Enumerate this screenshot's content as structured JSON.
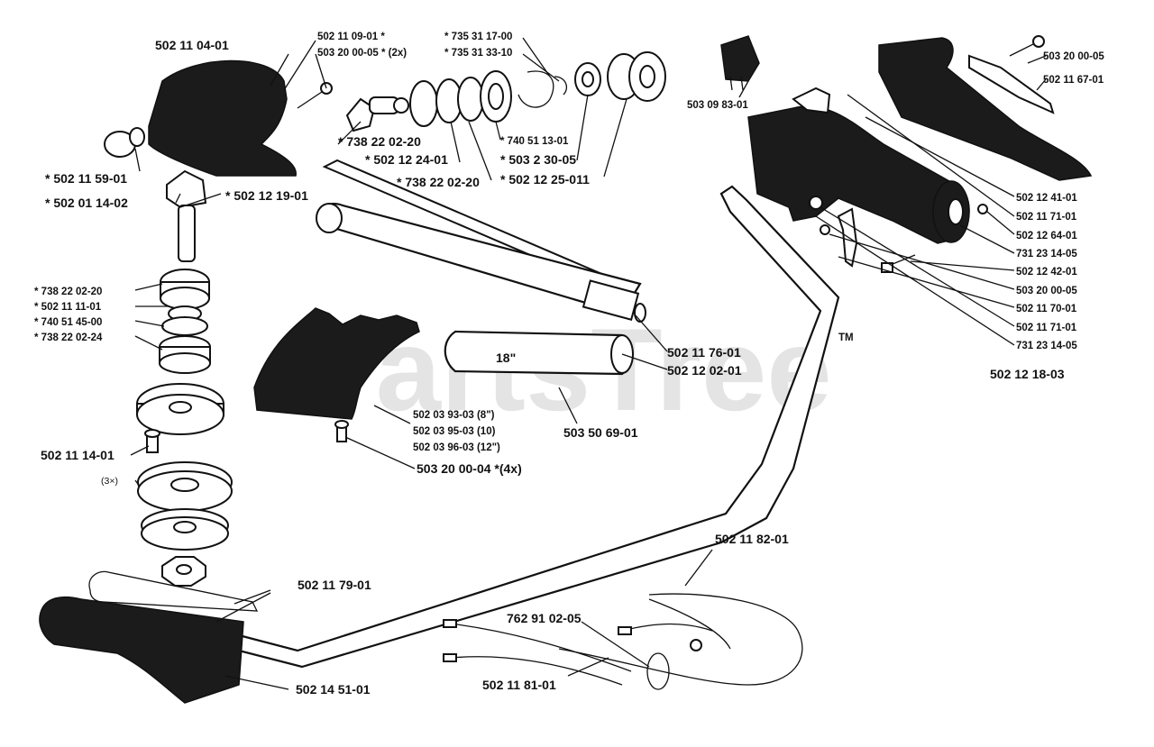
{
  "watermark": {
    "text": "PartsTree",
    "tm": "TM"
  },
  "parts": {
    "p_502_11_04_01": "502 11 04-01",
    "p_502_11_09_01": "502 11 09-01  *",
    "p_503_20_00_05_2x": "503 20 00-05  * (2x)",
    "p_735_31_17_00": "*  735 31 17-00",
    "p_735_31_33_10": "*  735 31 33-10",
    "p_502_11_59_01": "*  502 11 59-01",
    "p_502_01_14_02": "*  502 01 14-02",
    "p_502_12_19_01": "*  502 12 19-01",
    "p_738_22_02_20_a": "*  738 22 02-20",
    "p_502_12_24_01": "*  502 12 24-01",
    "p_738_22_02_20_b": "*  738 22 02-20",
    "p_740_51_13_01": "*  740 51 13-01",
    "p_503_2_30_05": "*  503 2 30-05",
    "p_502_12_25_011": "*  502 12 25-011",
    "p_738_22_02_20_c": "*  738 22 02-20",
    "p_502_11_11_01": "*  502 11 11-01",
    "p_740_51_45_00": "*  740 51 45-00",
    "p_738_22_02_24": "*  738 22 02-24",
    "p_502_11_14_01": "502 11 14-01",
    "p_3x": "(3×)",
    "p_502_11_76_01": "502 11 76-01",
    "p_502_12_02_01": "502 12 02-01",
    "p_502_03_93_03": "502 03 93-03 (8\")",
    "p_502_03_95_03": "502 03 95-03 (10)",
    "p_502_03_96_03": "502 03 96-03 (12\")",
    "p_503_20_00_04": "503 20 00-04  *(4x)",
    "p_503_50_69_01": "503 50 69-01",
    "p_503_09_83_01": "503 09 83-01",
    "p_503_20_00_05_top": "503 20 00-05",
    "p_502_11_67_01": "502 11 67-01",
    "p_502_12_41_01": "502 12 41-01",
    "p_502_11_71_01_a": "502 11 71-01",
    "p_502_12_64_01": "502 12 64-01",
    "p_731_23_14_05_a": "731 23 14-05",
    "p_502_12_42_01": "502 12 42-01",
    "p_503_20_00_05_r": "503 20 00-05",
    "p_502_11_70_01": "502 11 70-01",
    "p_502_11_71_01_b": "502 11 71-01",
    "p_731_23_14_05_b": "731 23 14-05",
    "p_502_12_18_03": "502 12 18-03",
    "p_502_11_82_01": "502 11 82-01",
    "p_502_11_79_01": "502 11 79-01",
    "p_762_91_02_05": "762 91 02-05",
    "p_502_14_51_01": "502 14 51-01",
    "p_502_11_81_01": "502 11 81-01",
    "decal_text": "18\""
  }
}
